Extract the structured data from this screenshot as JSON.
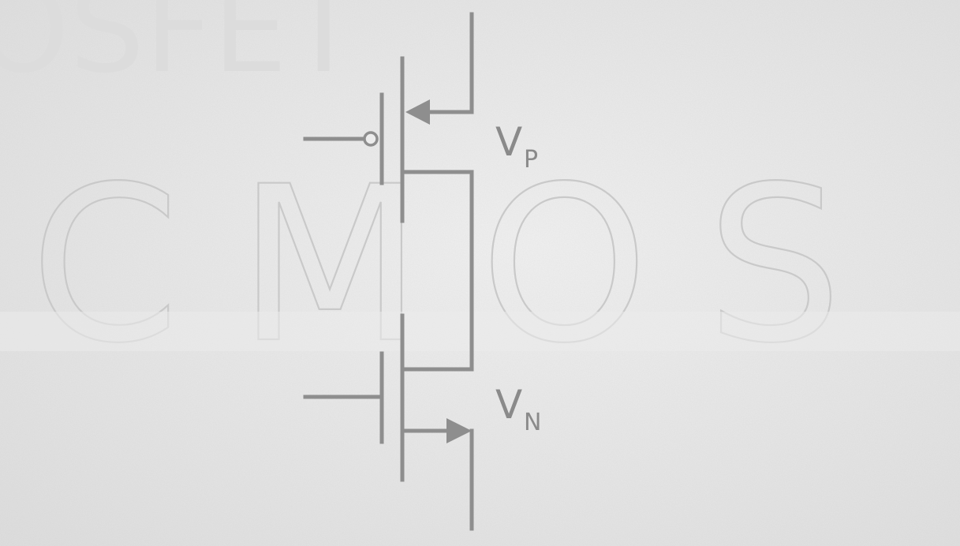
{
  "background_text": {
    "top_fragment": "OSFET",
    "main": "CMOS"
  },
  "labels": {
    "vp": {
      "main": "V",
      "sub": "P"
    },
    "vn": {
      "main": "V",
      "sub": "N"
    }
  },
  "colors": {
    "paper": "#ebebeb",
    "wire": "#8e8e8e",
    "outline_text": "#c9c9c9"
  }
}
